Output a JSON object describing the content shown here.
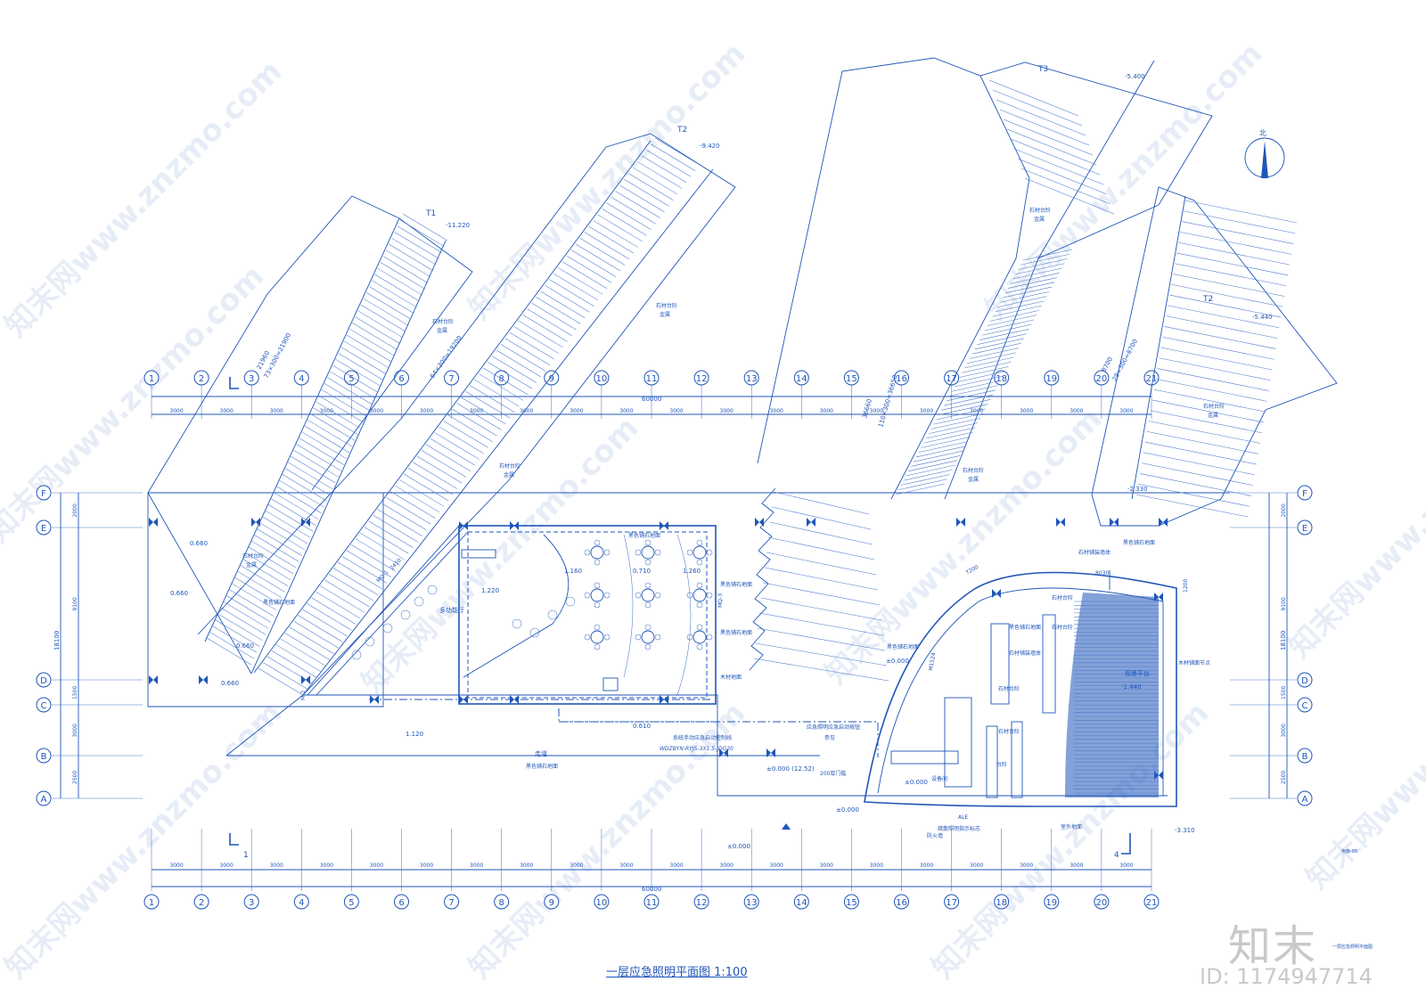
{
  "drawing": {
    "title": "一层应急照明平面图 1:100",
    "north_label": "北",
    "total_dimension": "60000",
    "column_spacing": "3000",
    "col_axes": [
      "1",
      "2",
      "3",
      "4",
      "5",
      "6",
      "7",
      "8",
      "9",
      "10",
      "11",
      "12",
      "13",
      "14",
      "15",
      "16",
      "17",
      "18",
      "19",
      "20",
      "21"
    ],
    "row_axes": [
      "F",
      "E",
      "D",
      "C",
      "B",
      "A"
    ],
    "row_dims": [
      "2000",
      "9100",
      "1500",
      "3000",
      "2500"
    ],
    "row_total": "18100",
    "ramps": [
      {
        "tag": "T1",
        "elev": "-11.220",
        "dims": "21960",
        "dims2": "73×300=21900"
      },
      {
        "tag": "T2",
        "elev": "-9.420",
        "dims2": "64×300=19200"
      },
      {
        "tag": "T3",
        "elev": "-5.400",
        "dims": "36660",
        "dims2": "110×300=36650"
      },
      {
        "tag": "T2",
        "elev": "-5.440",
        "dims": "8700",
        "dims2": "29×300=8700"
      }
    ],
    "labels": {
      "stone_step": "石材台阶",
      "rail": "金属",
      "floor_finish": "黑色铺石地面",
      "multi_hall": "多功能厅",
      "corridor": "走道",
      "wood_deck": "木材地面",
      "stone_wall": "石材铺装墙体",
      "waterpool": "观景平台",
      "equip_room": "设备间",
      "water_tank": "木材铺面节点",
      "system_note": "系统手动应急启动控制线",
      "cable_note": "WDZBYN-RYJS-3X1.5-JDG20",
      "emergency_note": "应急照明应急启动按钮",
      "ref": "参见",
      "ap_box": "ALE",
      "note_200": "200厚门槛",
      "fire_wall": "防火墙",
      "evac_sign": "疏散照明指示标志",
      "platform": "台阶",
      "exterior": "室外地面",
      "doorMQ": "MQ-3",
      "doorM2": "M-2",
      "doorMQ1": "MQ-1",
      "doorM1524": "M1524",
      "dim_2410": "2410",
      "dim_7200": "7200",
      "dim_8030": "8030",
      "dim_1200": "1200",
      "section_1": "1",
      "section_4": "4",
      "sheet_note": "电施-05",
      "legend_note": "一层应急照明平面图"
    },
    "elevations": [
      "0.660",
      "0.660",
      "0.660",
      "0.660",
      "1.160",
      "1.220",
      "0.710",
      "1.260",
      "1.120",
      "0.610",
      "±0.000",
      "±0.000 (12.52)",
      "±0.000",
      "±0.000",
      "-2.330",
      "-1.440",
      "-3.310"
    ],
    "watermark_text": "知末网www.znzmo.com",
    "brand": "知末",
    "image_id": "ID: 1174947714"
  }
}
